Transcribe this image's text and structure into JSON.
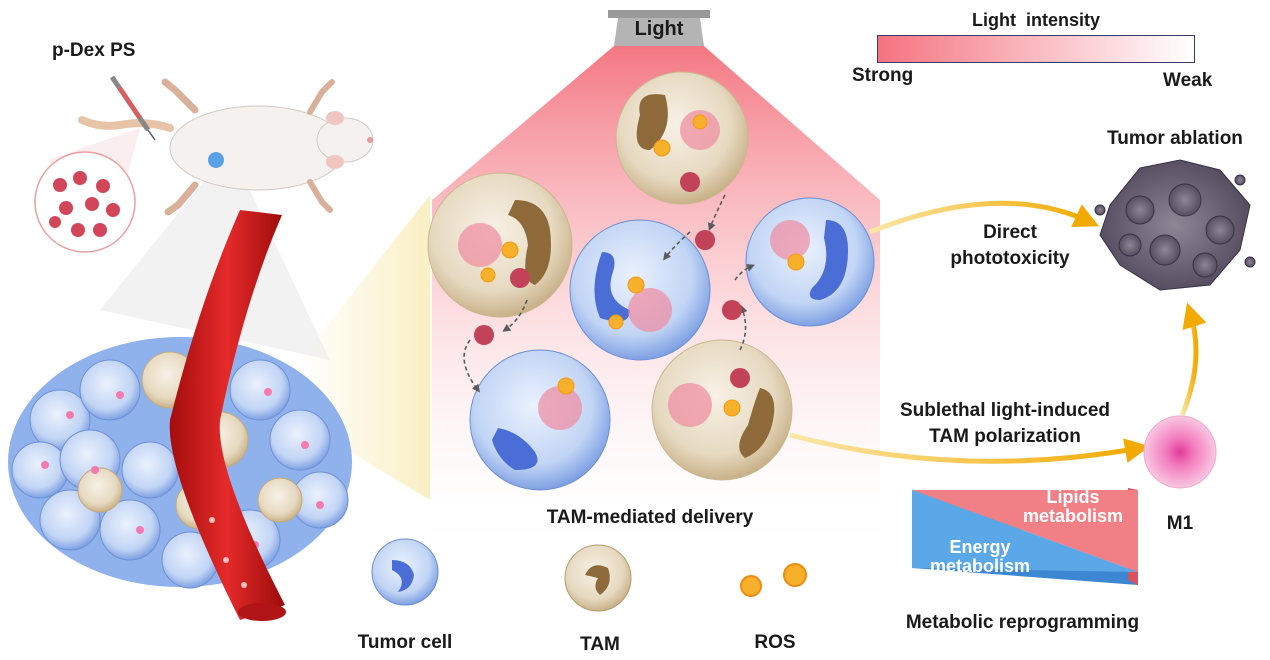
{
  "labels": {
    "p_dex_ps": "p-Dex PS",
    "light": "Light",
    "light_intensity": "Light  intensity",
    "strong": "Strong",
    "weak": "Weak",
    "tumor_ablation": "Tumor ablation",
    "direct_phototoxicity_line1": "Direct",
    "direct_phototoxicity_line2": "phototoxicity",
    "sublethal_line1": "Sublethal light-induced",
    "sublethal_line2": "TAM polarization",
    "m1": "M1",
    "lipids_line1": "Lipids",
    "lipids_line2": "metabolism",
    "energy_line1": "Energy",
    "energy_line2": "metabolism",
    "metabolic_reprogramming": "Metabolic reprogramming",
    "tam_mediated_delivery": "TAM-mediated delivery",
    "tumor_cell": "Tumor cell",
    "tam": "TAM",
    "ros": "ROS"
  },
  "colors": {
    "tumor_cell": "#7fa8e8",
    "tam": "#d8c79a",
    "ros": "#f5a623",
    "m1": "#f48cc0",
    "lipids": "#f07f86",
    "energy": "#5aa8e8",
    "arrow": "#f2b72a",
    "light_strong": "#f4737f",
    "vessel": "#d81f1f"
  },
  "icons": [
    "mouse-icon",
    "syringe-icon",
    "lamp-icon",
    "tumor-cell-icon",
    "tam-icon",
    "ros-icon",
    "m1-cell-icon",
    "tumor-debris-icon",
    "blood-vessel-icon"
  ]
}
